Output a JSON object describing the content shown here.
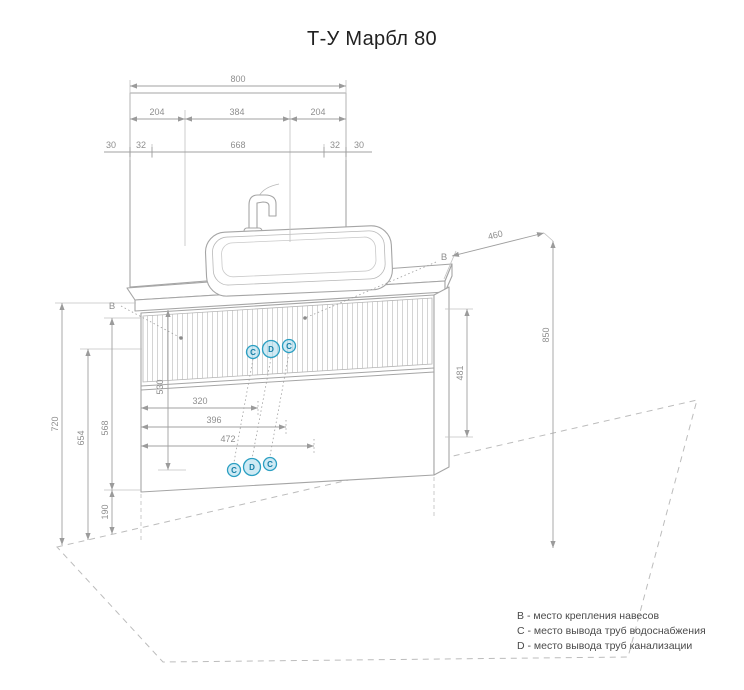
{
  "title": "Т-У Марбл 80",
  "drawing": {
    "dims": {
      "overall_width": "800",
      "offset_left": "204",
      "center_span": "384",
      "offset_right": "204",
      "margin_30": "30",
      "margin_32": "32",
      "hanger_span": "668",
      "depth": "460",
      "height_total": "850",
      "height_720": "720",
      "height_654": "654",
      "height_568": "568",
      "cabinet_height": "530",
      "height_481": "481",
      "outlet_1": "320",
      "outlet_2": "396",
      "outlet_3": "472",
      "floor_gap": "190"
    },
    "markers": {
      "hanger": "B",
      "water": "C",
      "sewer": "D"
    }
  },
  "legend": {
    "items": [
      {
        "key": "B",
        "text": "- место крепления навесов"
      },
      {
        "key": "C",
        "text": "- место вывода труб водоснабжения"
      },
      {
        "key": "D",
        "text": "- место вывода труб канализации"
      }
    ]
  },
  "colors": {
    "line": "#a5a5a5",
    "dim_text": "#8f8f8f",
    "marker_stroke": "#2b9fc2",
    "marker_fill": "#a8d8eb",
    "marker_text": "#157fa6",
    "title_text": "#212121",
    "legend_text": "#4a4a4a"
  }
}
